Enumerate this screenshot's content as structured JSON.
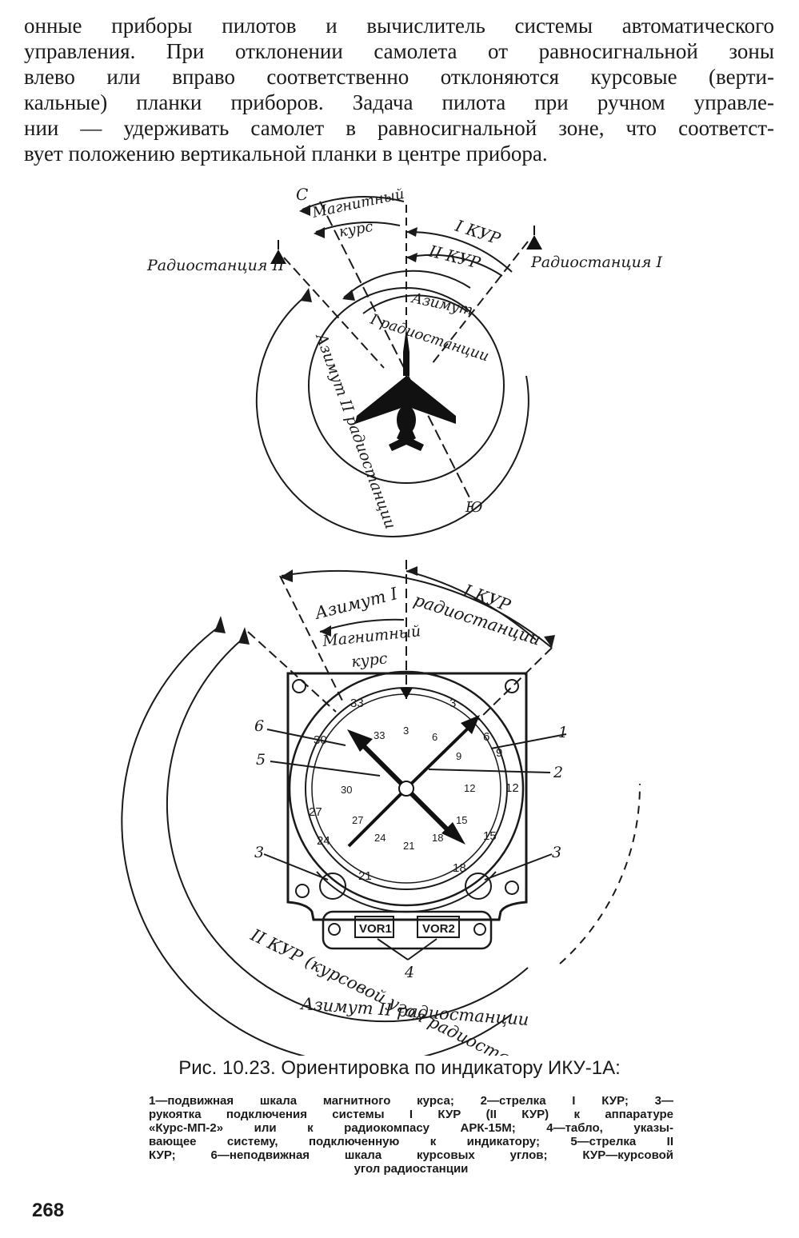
{
  "body_text": [
    "онные приборы пилотов и вычислитель системы  автоматического",
    "управления. При отклонении самолета  от равносигнальной  зоны",
    "влево или вправо соответственно отклоняются  курсовые  (верти-",
    "кальные) планки приборов. Задача пилота  при ручном  управле-",
    "нии — удерживать самолет в равносигнальной зоне, что соответст-",
    "вует положению вертикальной планки в центре прибора."
  ],
  "figure_top": {
    "north": "С",
    "south": "Ю",
    "magnetic_course": [
      "Магнитный",
      "курс"
    ],
    "kur1": "I КУР",
    "kur2": "II КУР",
    "station1": "Радиостанция I",
    "station2": "Радиостанция II",
    "azimuth1": [
      "Азимут",
      "I радиостанции"
    ],
    "azimuth2": "Азимут II радиостанции"
  },
  "figure_bottom": {
    "azimuth1": "Азимут I",
    "kur1": [
      "I КУР",
      "радиостанции"
    ],
    "magnetic_course": [
      "Магнитный",
      "курс"
    ],
    "kur2_outer": "II КУР (курсовой угол радиостанции)",
    "azimuth2_outer": "Азимут II радиостанции",
    "inner_scale": [
      "33",
      "3",
      "6",
      "9",
      "12",
      "15",
      "18",
      "21",
      "24",
      "27",
      "30"
    ],
    "outer_scale": [
      "33",
      "3",
      "6",
      "9",
      "12",
      "15",
      "18",
      "21",
      "24",
      "27",
      "30"
    ],
    "panel": [
      "VOR1",
      "VOR2"
    ],
    "callouts": [
      "1",
      "2",
      "3",
      "3",
      "4",
      "5",
      "6"
    ]
  },
  "caption": {
    "title": "Рис. 10.23. Ориентировка по индикатору ИКУ-1А:",
    "lines": [
      "1—подвижная шкала магнитного курса; 2—стрелка I КУР; 3—",
      "рукоятка подключения системы I КУР (II КУР) к аппаратуре",
      "«Курс-МП-2» или к радиокомпасу АРК-15М; 4—табло, указы-",
      "вающее систему, подключенную к индикатору; 5—стрелка II",
      "КУР; 6—неподвижная шкала курсовых углов; КУР—курсовой",
      "угол радиостанции"
    ]
  },
  "page_number": "268"
}
